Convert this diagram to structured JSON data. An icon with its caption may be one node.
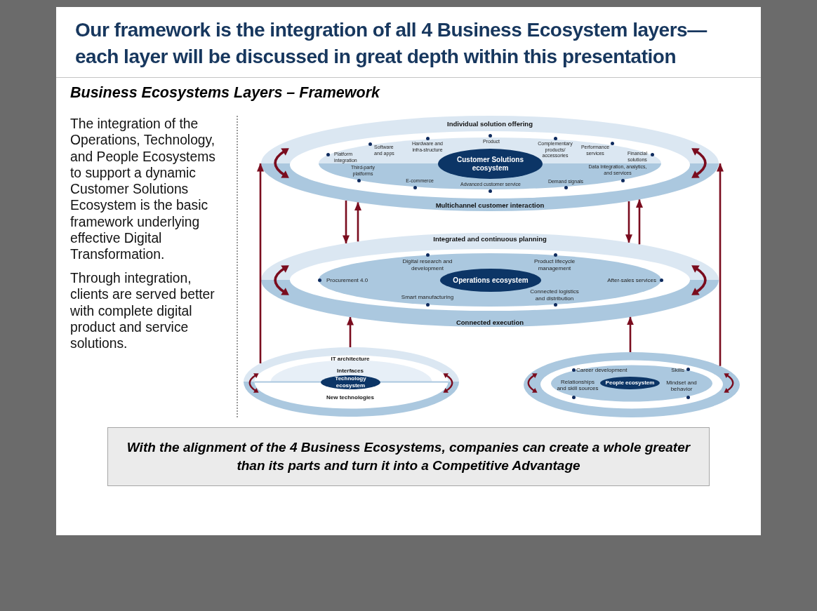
{
  "diagram": {
    "title": "Our framework is the integration of all 4 Business Ecosystem layers—each layer will be discussed in great depth within this presentation",
    "nodes": [
      {
        "text": [
          "Individual solution offering",
          "Platform integration",
          "Software and apps",
          "Hardware and infra-structure",
          "Product",
          "Complementary products/ accessories",
          "Performance services",
          "Financial solutions",
          "Third-party platforms",
          "E-commerce",
          "Advanced customer service",
          "Demand signals",
          "Data Integration, analytics, and services",
          "Multichannel customer interaction"
        ]
      },
      {
        "text": [
          "Customer Solutions ecosystem"
        ],
        "in": 0
      },
      {
        "text": [
          "Integrated and continuous planning",
          "Digital research and development",
          "Product lifecycle management",
          "Procurement 4.0",
          "After-sales services",
          "Smart manufacturing",
          "Connected logistics and distribution",
          "Connected execution"
        ]
      },
      {
        "text": [
          "Operations ecosystem"
        ],
        "in": 2
      },
      {
        "text": [
          "IT architecture",
          "Interfaces",
          "New technologies"
        ]
      },
      {
        "text": [
          "Technology ecosystem"
        ],
        "in": 4
      },
      {
        "text": [
          "Career development",
          "Skills",
          "Relationships and skill sources",
          "Mindset and behavior"
        ]
      },
      {
        "text": [
          "People ecosystem"
        ],
        "in": 6
      },
      {
        "text": [
          "With the alignment of the 4 Business Ecosystems, companies can create a whole greater than its parts and turn it into a Competitive Advantage"
        ]
      }
    ],
    "edges": [
      {
        "from": 0,
        "to": 2,
        "arrow": "to"
      },
      {
        "from": 2,
        "to": 0,
        "arrow": "to"
      },
      {
        "from": 0,
        "to": 2,
        "arrow": "to"
      },
      {
        "from": 2,
        "to": 0,
        "arrow": "to"
      },
      {
        "from": 4,
        "to": 2,
        "arrow": "to"
      },
      {
        "from": 6,
        "to": 2,
        "arrow": "to"
      },
      {
        "from": 4,
        "to": 0,
        "arrow": "to"
      },
      {
        "from": 6,
        "to": 0,
        "arrow": "to"
      }
    ],
    "labels": [
      "Business Ecosystems Layers – Framework",
      "The integration of the Operations, Technology, and People Ecosystems to support a dynamic Customer Solutions Ecosystem is the basic framework underlying effective Digital Transformation.",
      "Through integration, clients are served better with complete digital product and service solutions."
    ]
  }
}
